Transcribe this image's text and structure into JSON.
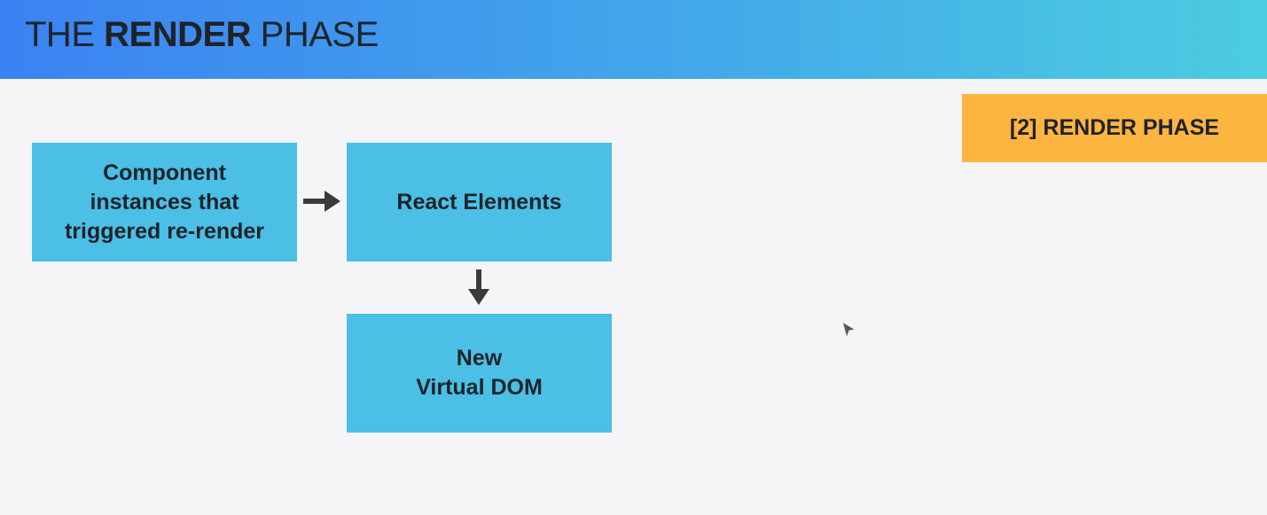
{
  "header": {
    "title_light_1": "THE ",
    "title_bold": "RENDER",
    "title_light_2": " PHASE"
  },
  "phase_tag": {
    "label": "[2] RENDER PHASE"
  },
  "diagram": {
    "nodes": [
      {
        "id": "components",
        "label": "Component\ninstances that\ntriggered re-render"
      },
      {
        "id": "elements",
        "label": "React Elements"
      },
      {
        "id": "vdom",
        "label": "New\nVirtual DOM"
      }
    ],
    "edges": [
      {
        "from": "components",
        "to": "elements"
      },
      {
        "from": "elements",
        "to": "vdom"
      }
    ]
  },
  "colors": {
    "header_start": "#3b82f2",
    "header_end": "#4ccde0",
    "node_fill": "#4bbfe5",
    "tag_fill": "#fbb540",
    "arrow": "#3a3a3c",
    "text": "#1f2329"
  },
  "icons": {
    "cursor": "mouse-pointer-icon"
  }
}
